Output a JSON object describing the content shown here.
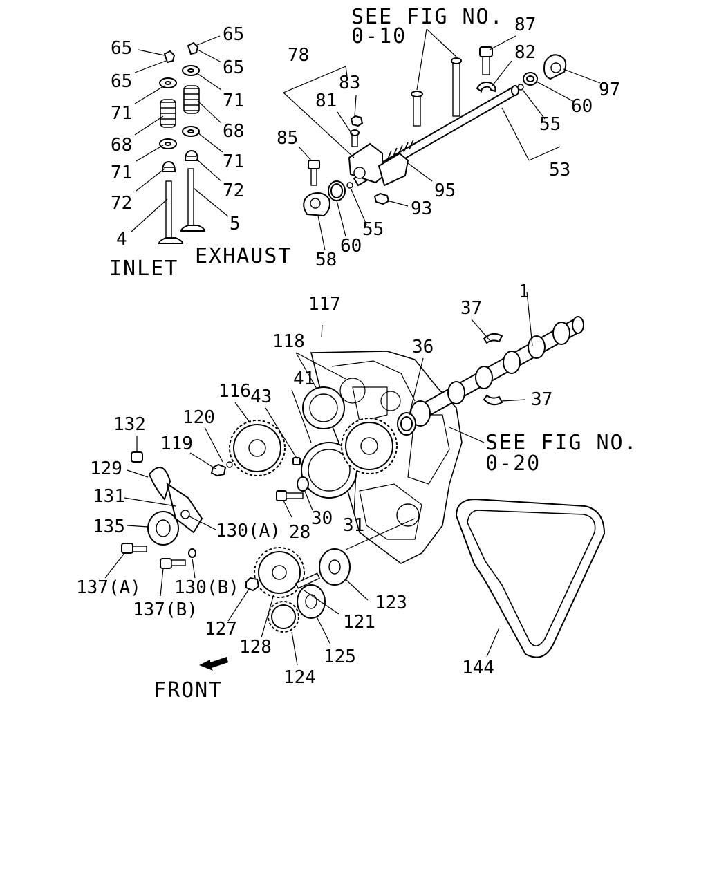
{
  "captions": {
    "see_fig_top_line1": "SEE FIG NO.",
    "see_fig_top_line2": "0-10",
    "see_fig_mid_line1": "SEE FIG NO.",
    "see_fig_mid_line2": "0-20",
    "inlet": "INLET",
    "exhaust": "EXHAUST",
    "front": "FRONT"
  },
  "labels": {
    "l65a": "65",
    "l65b": "65",
    "l65c": "65",
    "l65d": "65",
    "l71a": "71",
    "l71b": "71",
    "l71c": "71",
    "l71d": "71",
    "l68a": "68",
    "l68b": "68",
    "l72a": "72",
    "l72b": "72",
    "l4": "4",
    "l5": "5",
    "l78": "78",
    "l83": "83",
    "l81": "81",
    "l85": "85",
    "l87": "87",
    "l82": "82",
    "l97": "97",
    "l60a": "60",
    "l60b": "60",
    "l55a": "55",
    "l55b": "55",
    "l53": "53",
    "l95": "95",
    "l93": "93",
    "l58": "58",
    "l117": "117",
    "l118": "118",
    "l37a": "37",
    "l37b": "37",
    "l1": "1",
    "l36": "36",
    "l116": "116",
    "l41": "41",
    "l43": "43",
    "l120": "120",
    "l132": "132",
    "l119": "119",
    "l129": "129",
    "l131": "131",
    "l135": "135",
    "l130a": "130(A)",
    "l28": "28",
    "l30": "30",
    "l31": "31",
    "l137a": "137(A)",
    "l130b": "130(B)",
    "l137b": "137(B)",
    "l123": "123",
    "l127": "127",
    "l121": "121",
    "l128": "128",
    "l125": "125",
    "l124": "124",
    "l144": "144"
  }
}
